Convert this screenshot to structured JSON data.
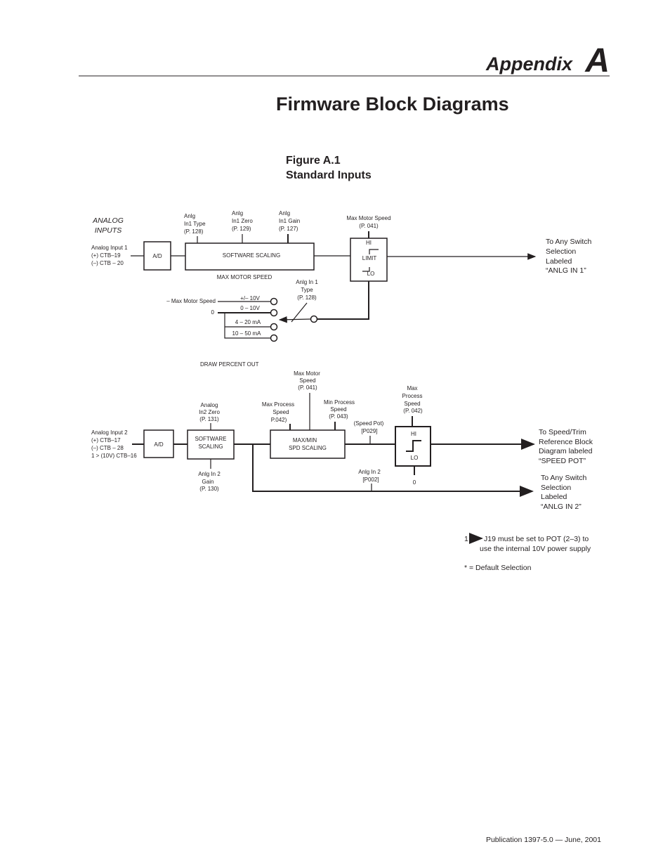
{
  "header": {
    "appendix_word": "Appendix",
    "appendix_letter": "A"
  },
  "title": "Firmware Block Diagrams",
  "figure": {
    "number": "Figure A.1",
    "caption": "Standard Inputs"
  },
  "diagram1": {
    "section_label": [
      "ANALOG",
      "INPUTS"
    ],
    "input": [
      "Analog Input 1",
      "(+) CTB–19",
      "(–) CTB – 20"
    ],
    "ad": "A/D",
    "scaling": "SOFTWARE SCALING",
    "scaling_sub": "MAX MOTOR SPEED",
    "param_type": [
      "Anlg",
      "In1 Type",
      "(P. 128)"
    ],
    "param_zero": [
      "Anlg",
      "In1 Zero",
      "(P. 129)"
    ],
    "param_gain": [
      "Anlg",
      "In1 Gain",
      "(P. 127)"
    ],
    "limit_param": [
      "Max Motor Speed",
      "(P. 041)"
    ],
    "limit": {
      "hi": "HI",
      "label": "LIMIT",
      "lo": "LO"
    },
    "output": [
      "To Any Switch",
      "Selection",
      "Labeled",
      "“ANLG  IN 1”"
    ],
    "switch_param": [
      "Anlg In 1",
      "Type",
      "(P. 128)"
    ],
    "switch_inputs": {
      "neg_max": "– Max Motor Speed",
      "zero": "0"
    },
    "switch_options": [
      "+/– 10V",
      "0 – 10V",
      "4 – 20 mA",
      "10 – 50 mA"
    ]
  },
  "diagram2": {
    "draw_label": "DRAW PERCENT OUT",
    "input": [
      "Analog Input 2",
      "(+) CTB–17",
      "(–) CTB – 28",
      "1 > (10V) CTB–16"
    ],
    "ad": "A/D",
    "scaling": [
      "SOFTWARE",
      "SCALING"
    ],
    "zero_param": [
      "Analog",
      "In2 Zero",
      "(P. 131)"
    ],
    "gain_param": [
      "Anlg In 2",
      "Gain",
      "(P. 130)"
    ],
    "maxmin": [
      "MAX/MIN",
      "SPD SCALING"
    ],
    "max_process": [
      "Max Process",
      "Speed",
      "P.042)"
    ],
    "max_motor": [
      "Max Motor",
      "Speed",
      "(P. 041)"
    ],
    "min_process": [
      "Min Process",
      "Speed",
      "(P. 043)"
    ],
    "speed_pot": [
      "(Speed Pot)",
      "[P029]"
    ],
    "limit_param": [
      "Max",
      "Process",
      "Speed",
      "(P. 042)"
    ],
    "limit": {
      "hi": "HI",
      "lo": "LO",
      "zero": "0"
    },
    "anlg_in2": [
      "Anlg In 2",
      "[P002]"
    ],
    "output1": [
      "To Speed/Trim",
      "Reference Block",
      "Diagram labeled",
      "“SPEED POT”"
    ],
    "output2": [
      "To Any Switch",
      "Selection",
      "Labeled",
      "“ANLG  IN 2”"
    ]
  },
  "notes": {
    "num": "1",
    "line1": "J19 must be set to POT (2–3) to",
    "line2": "use the internal 10V power supply",
    "default": "* = Default Selection"
  },
  "footer": "Publication 1397-5.0  —  June, 2001"
}
